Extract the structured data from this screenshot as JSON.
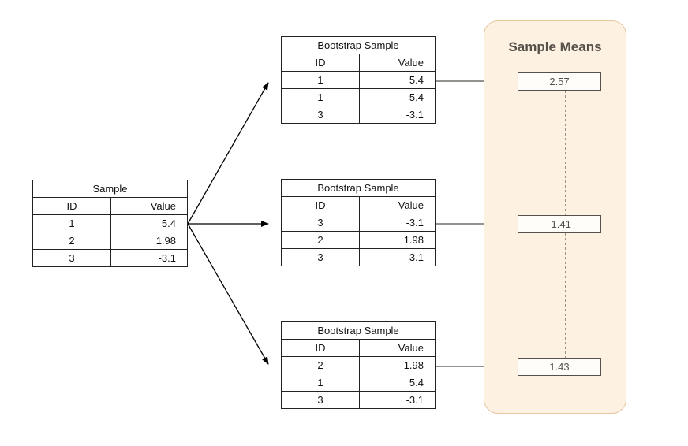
{
  "sample": {
    "title": "Sample",
    "headers": [
      "ID",
      "Value"
    ],
    "rows": [
      [
        "1",
        "5.4"
      ],
      [
        "2",
        "1.98"
      ],
      [
        "3",
        "-3.1"
      ]
    ]
  },
  "bootstrap_samples": [
    {
      "title": "Bootstrap Sample",
      "headers": [
        "ID",
        "Value"
      ],
      "rows": [
        [
          "1",
          "5.4"
        ],
        [
          "1",
          "5.4"
        ],
        [
          "3",
          "-3.1"
        ]
      ],
      "mean": "2.57"
    },
    {
      "title": "Bootstrap Sample",
      "headers": [
        "ID",
        "Value"
      ],
      "rows": [
        [
          "3",
          "-3.1"
        ],
        [
          "2",
          "1.98"
        ],
        [
          "3",
          "-3.1"
        ]
      ],
      "mean": "-1.41"
    },
    {
      "title": "Bootstrap Sample",
      "headers": [
        "ID",
        "Value"
      ],
      "rows": [
        [
          "2",
          "1.98"
        ],
        [
          "1",
          "5.4"
        ],
        [
          "3",
          "-3.1"
        ]
      ],
      "mean": "1.43"
    }
  ],
  "means_panel": {
    "title": "Sample Means"
  },
  "colors": {
    "panel_fill": "#fdf1e2",
    "panel_border": "#e6c79e",
    "mean_text": "#55504a"
  }
}
